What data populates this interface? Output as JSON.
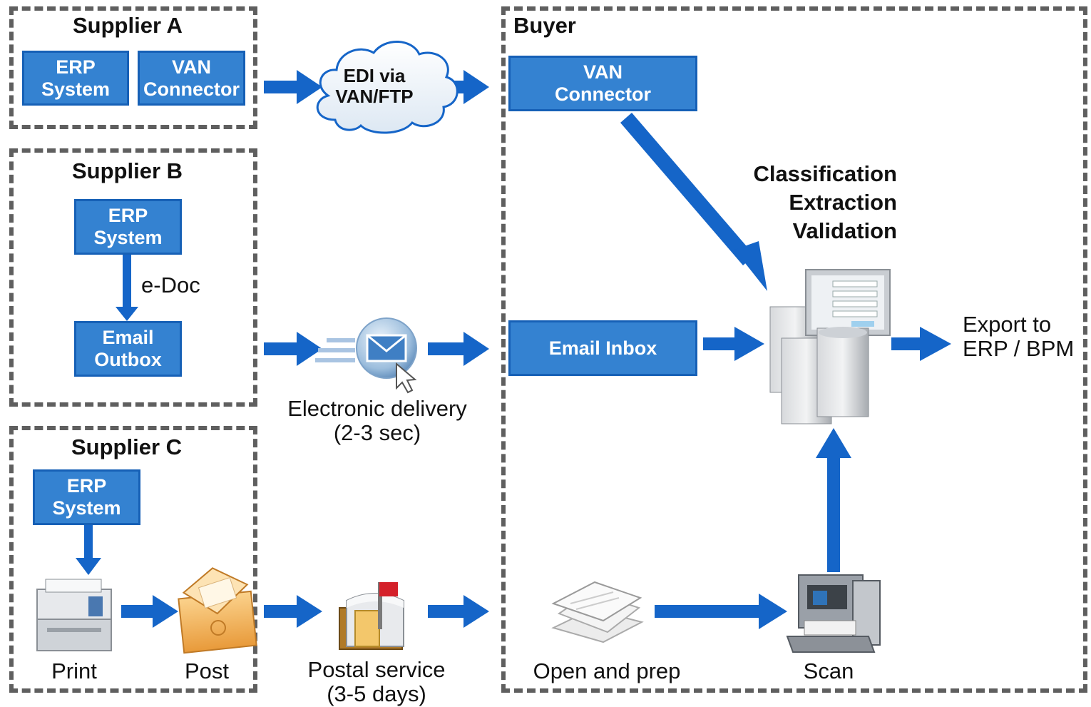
{
  "supplier_a": {
    "title": "Supplier A",
    "erp": "ERP\nSystem",
    "van": "VAN\nConnector"
  },
  "edi": {
    "label": "EDI via\nVAN/FTP"
  },
  "buyer": {
    "title": "Buyer",
    "van": "VAN\nConnector",
    "email_inbox": "Email Inbox",
    "steps": "Classification\nExtraction\nValidation",
    "export": "Export  to\nERP / BPM",
    "open_prep": "Open and prep",
    "scan": "Scan"
  },
  "supplier_b": {
    "title": "Supplier B",
    "erp": "ERP\nSystem",
    "edoc": "e-Doc",
    "outbox": "Email\nOutbox"
  },
  "electronic": {
    "label": "Electronic delivery\n(2-3 sec)"
  },
  "supplier_c": {
    "title": "Supplier C",
    "erp": "ERP\nSystem",
    "print": "Print",
    "post": "Post"
  },
  "postal": {
    "label": "Postal service\n(3-5 days)"
  },
  "colors": {
    "accent": "#3482d1",
    "arrow": "#1565c8",
    "border": "#5f5f5f"
  },
  "icons": [
    "cloud-icon",
    "email-send-icon",
    "server-workstation-icon",
    "printer-icon",
    "envelope-icon",
    "mailbox-icon",
    "paper-stack-icon",
    "scanner-icon"
  ]
}
